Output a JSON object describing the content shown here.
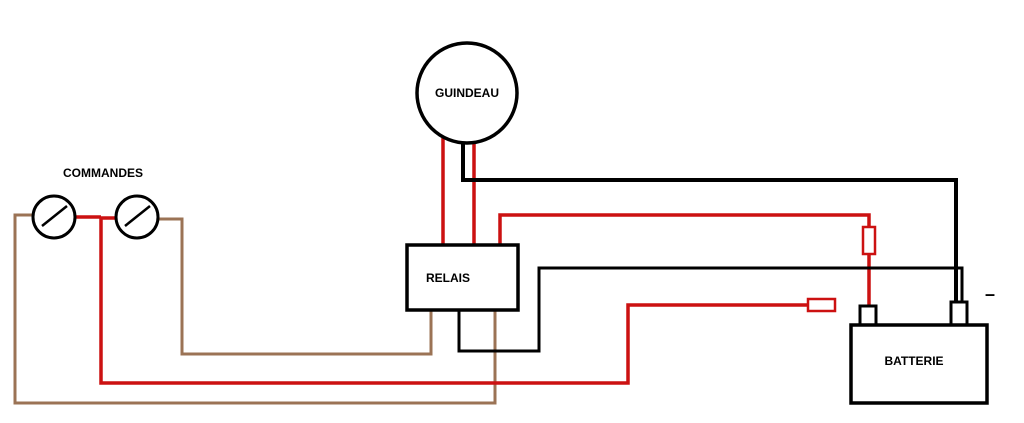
{
  "labels": {
    "winch": "GUINDEAU",
    "controls": "COMMANDES",
    "relay": "RELAIS",
    "battery": "BATTERIE",
    "negative": "–"
  },
  "colors": {
    "background": "#ffffff",
    "positive_wire": "#cc1111",
    "negative_wire": "#000000",
    "control_wire": "#9b7355",
    "component_outline": "#000000"
  }
}
